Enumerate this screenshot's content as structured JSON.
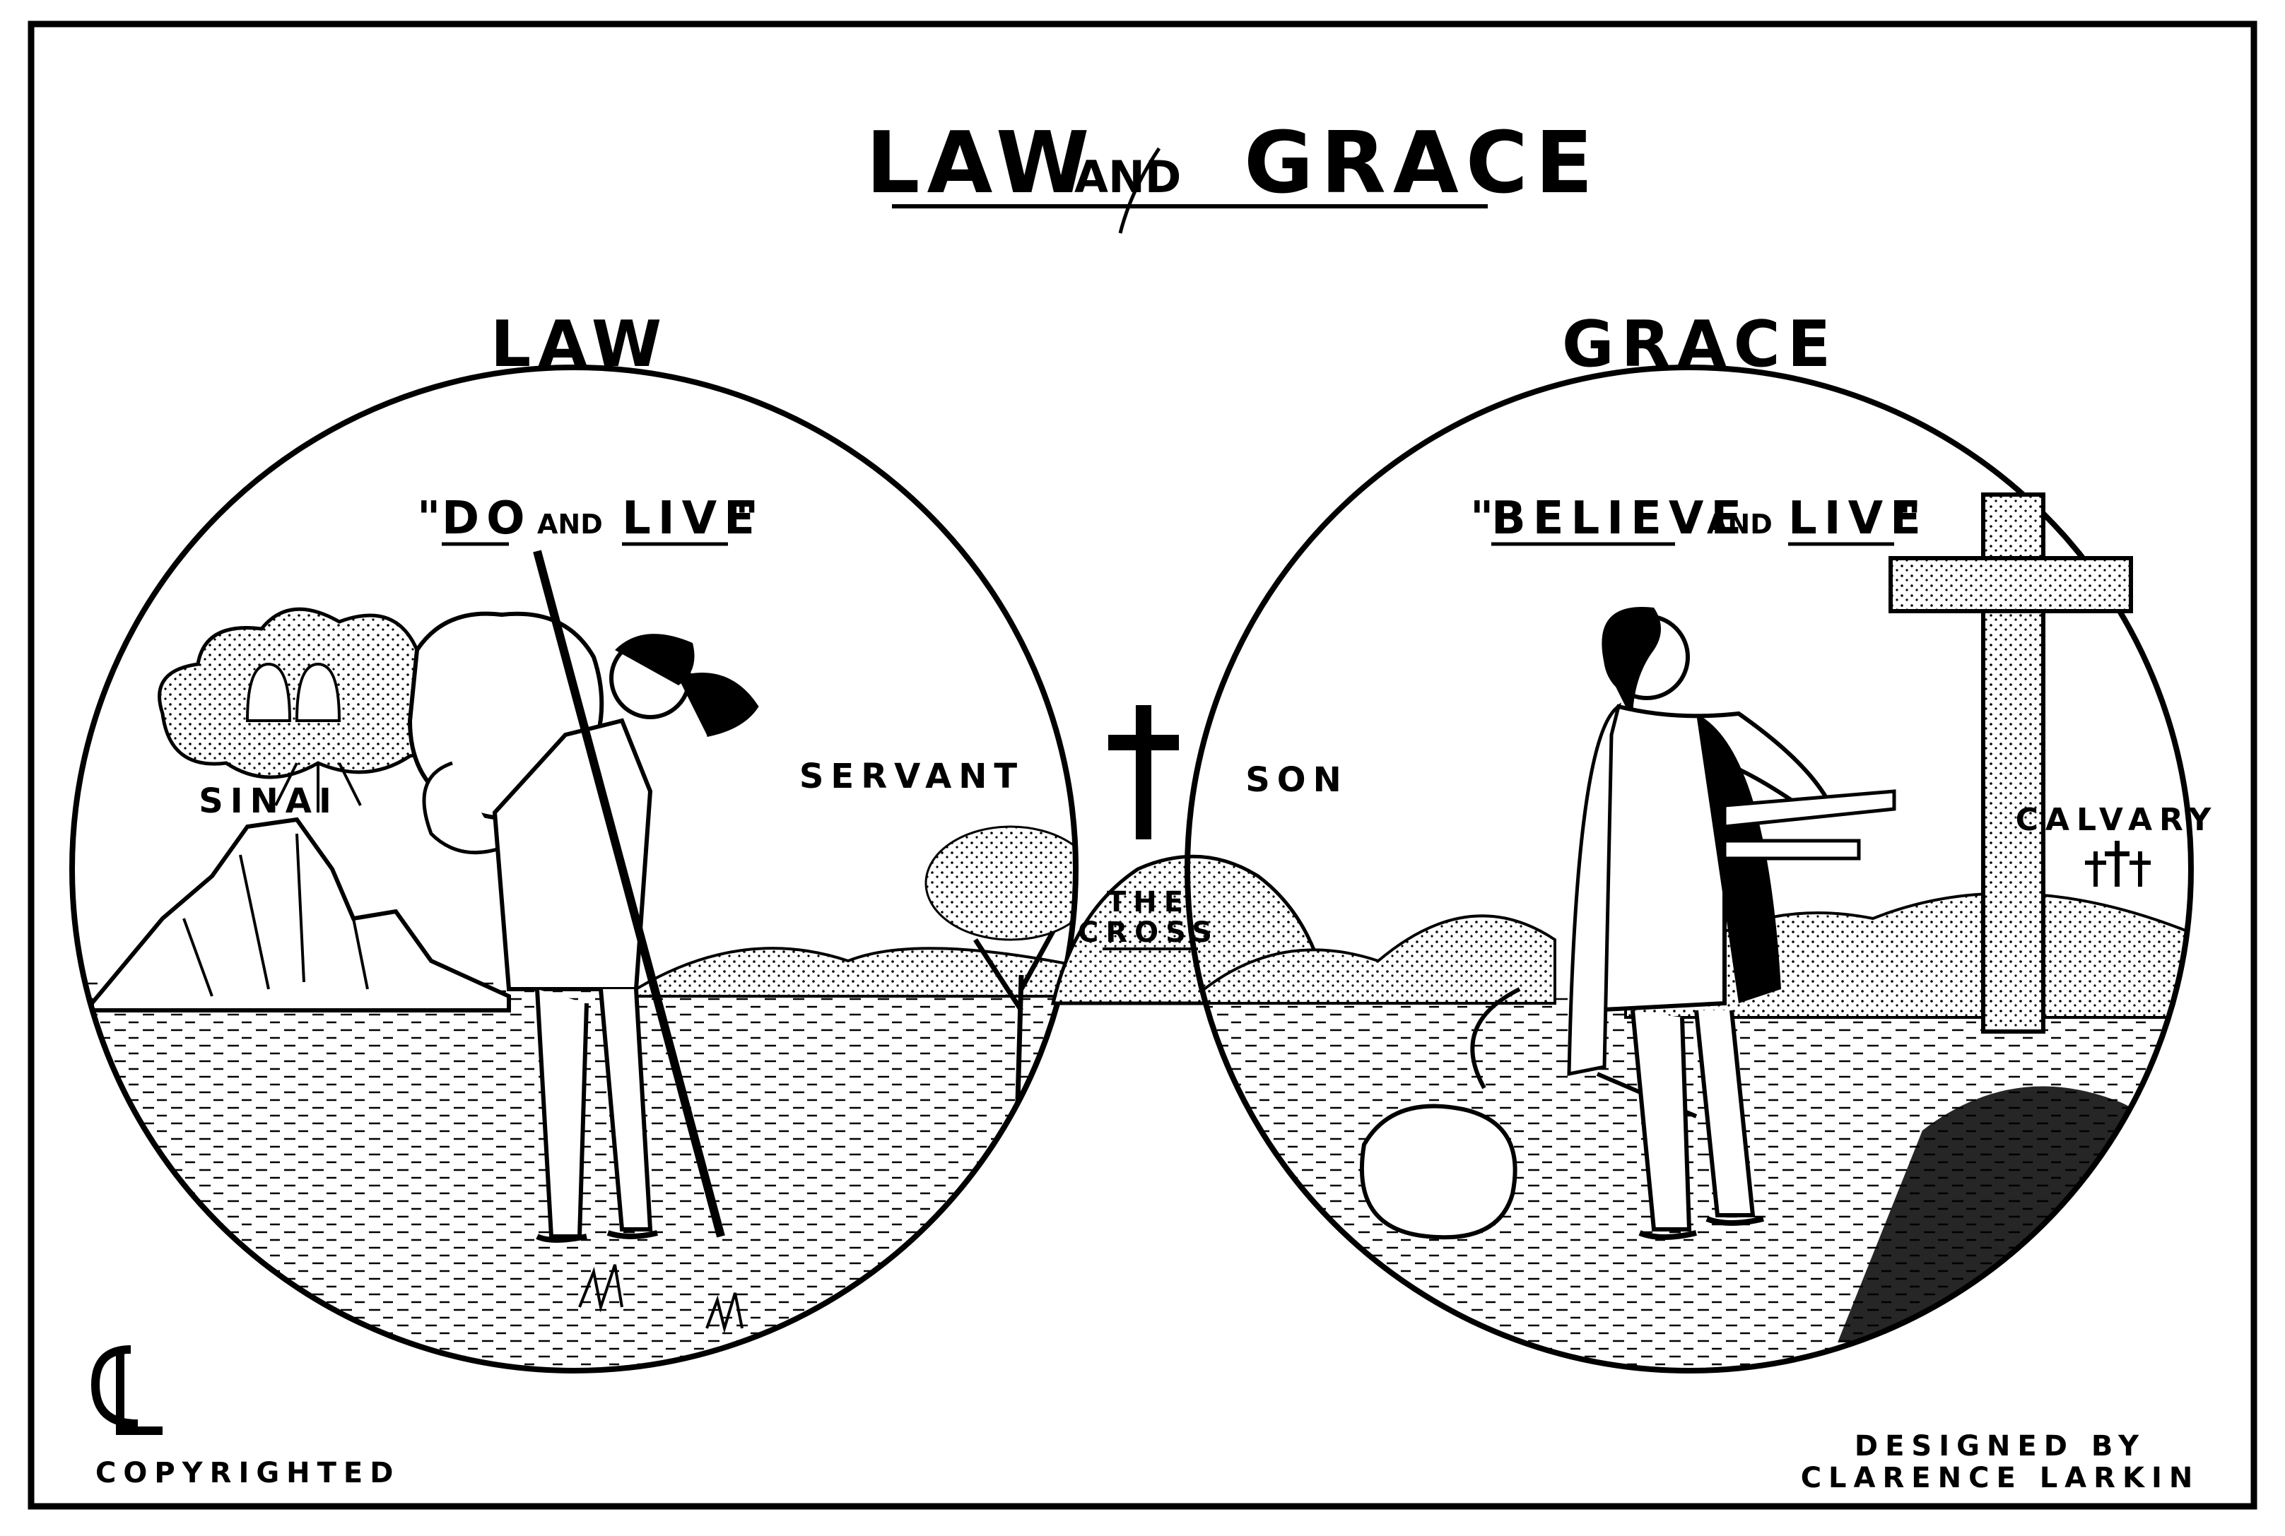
{
  "title": {
    "law": "LAW",
    "and": "AND",
    "grace": "GRACE"
  },
  "law_panel": {
    "heading": "LAW",
    "motto": {
      "open_quote": "\"",
      "do": "DO",
      "and": "AND",
      "live": "LIVE",
      "close_quote": "\""
    },
    "mountain_label": "SINAI",
    "role_label": "SERVANT"
  },
  "center": {
    "cross_label_line1": "THE",
    "cross_label_line2": "CROSS"
  },
  "grace_panel": {
    "heading": "GRACE",
    "motto": {
      "open_quote": "\"",
      "believe": "BELIEVE",
      "and": "AND",
      "live": "LIVE",
      "close_quote": "\""
    },
    "role_label": "SON",
    "hill_label": "CALVARY"
  },
  "footer": {
    "monogram": "CL",
    "copyright": "COPYRIGHTED",
    "credit_line1": "DESIGNED BY",
    "credit_line2": "CLARENCE LARKIN"
  },
  "colors": {
    "ink": "#000000",
    "paper": "#ffffff"
  }
}
